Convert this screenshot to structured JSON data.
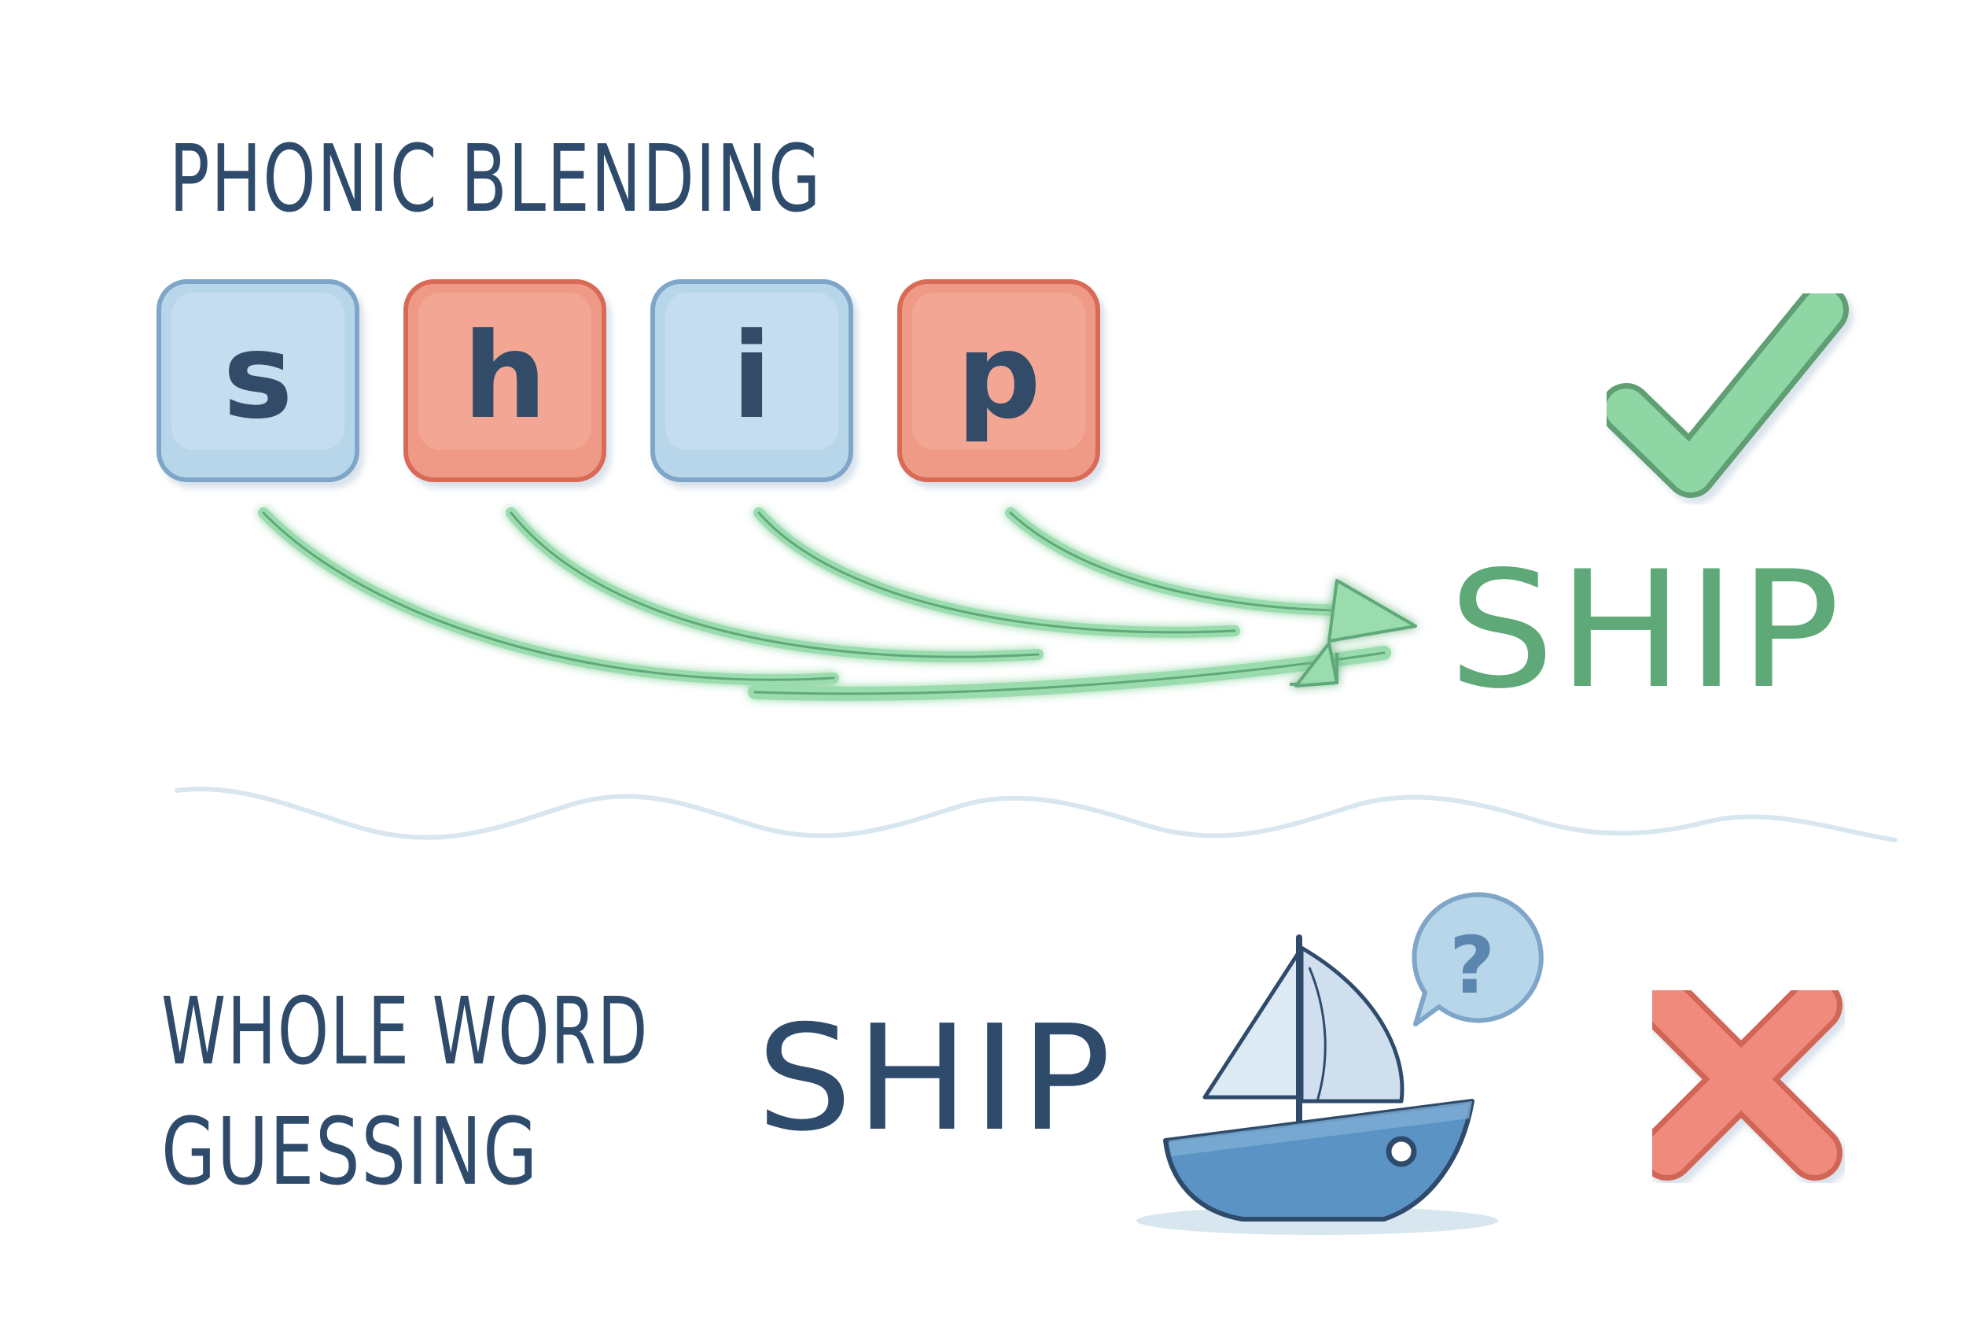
{
  "phonics": {
    "title": "PHONIC BLENDING",
    "tiles": [
      {
        "letter": "s",
        "color": "blue"
      },
      {
        "letter": "h",
        "color": "red"
      },
      {
        "letter": "i",
        "color": "blue"
      },
      {
        "letter": "p",
        "color": "red"
      }
    ],
    "result_word": "SHIP",
    "result_icon": "check-icon"
  },
  "whole_word": {
    "title_line1": "WHOLE WORD",
    "title_line2": "GUESSING",
    "word": "SHIP",
    "picture": "sailboat-icon",
    "bubble_glyph": "?",
    "result_icon": "cross-icon"
  },
  "colors": {
    "blue_tile_fill": "#b7d6ea",
    "blue_tile_stroke": "#7fa6c8",
    "red_tile_fill": "#ef9a86",
    "red_tile_stroke": "#d96a55",
    "green": "#5fa878",
    "green_light": "#9bdcae",
    "navy": "#2f4b6b",
    "wave": "#d7e6ef",
    "cross_fill": "#ef8a7c",
    "cross_stroke": "#d26656",
    "boat_hull": "#5b93c4",
    "sail": "#dde9f3"
  }
}
